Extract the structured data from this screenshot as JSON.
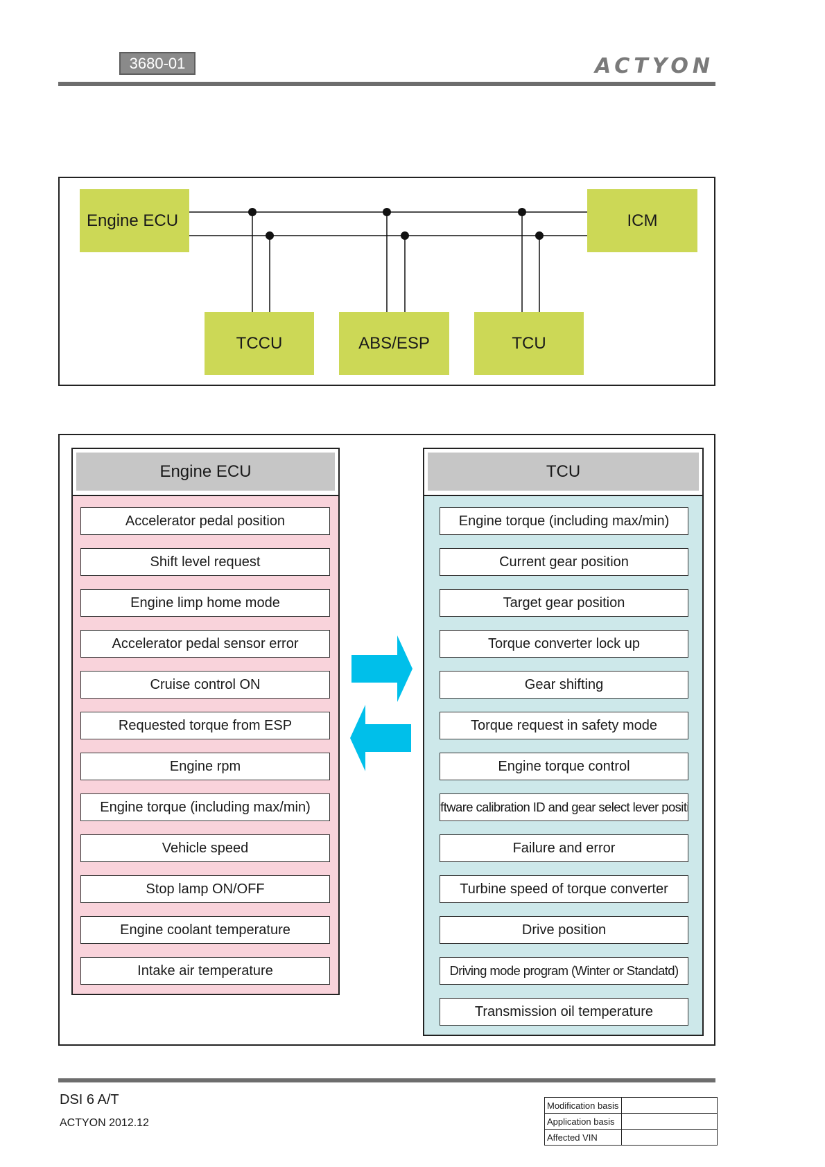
{
  "header": {
    "page_code": "3680-01",
    "brand": "ACTYON"
  },
  "network": {
    "nodes": {
      "engine_ecu": "Engine ECU",
      "icm": "ICM",
      "tccu": "TCCU",
      "abs_esp": "ABS/ESP",
      "tcu": "TCU"
    }
  },
  "signals": {
    "engine_ecu": {
      "title": "Engine ECU",
      "items": [
        "Accelerator pedal position",
        "Shift level request",
        "Engine limp home mode",
        "Accelerator pedal sensor error",
        "Cruise control ON",
        "Requested torque from ESP",
        "Engine rpm",
        "Engine torque (including max/min)",
        "Vehicle speed",
        "Stop lamp ON/OFF",
        "Engine coolant temperature",
        "Intake air temperature"
      ]
    },
    "tcu": {
      "title": "TCU",
      "items": [
        "Engine torque (including max/min)",
        "Current gear position",
        "Target gear position",
        "Torque converter lock up",
        "Gear shifting",
        "Torque request in safety mode",
        "Engine torque control",
        "Software calibration ID and gear select lever position",
        "Failure and error",
        "Turbine speed of torque converter",
        "Drive position",
        "Driving mode program (Winter or Standatd)",
        "Transmission oil temperature"
      ]
    },
    "arrow_color": "#00bfea"
  },
  "footer": {
    "title": "DSI 6 A/T",
    "subtitle": "ACTYON 2012.12",
    "table": {
      "modification_basis": "Modification basis",
      "application_basis": "Application basis",
      "affected_vin": "Affected VIN"
    }
  }
}
